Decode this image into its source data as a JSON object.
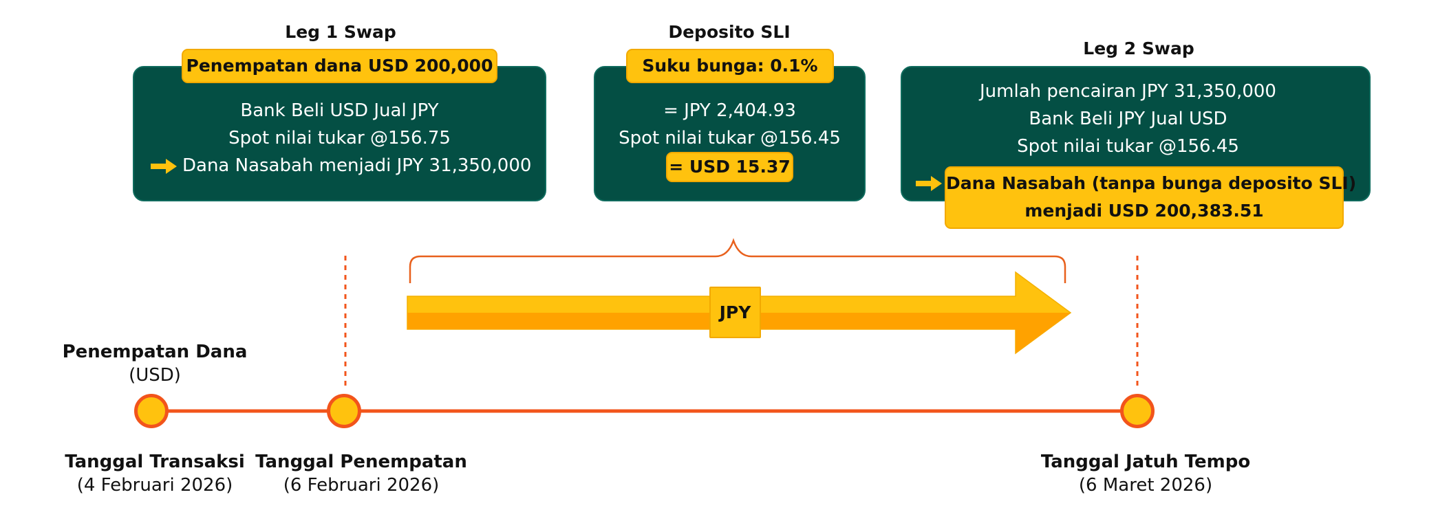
{
  "leg1": {
    "title": "Leg 1 Swap",
    "pill": "Penempatan dana USD 200,000",
    "lines": [
      "Bank Beli USD Jual JPY",
      "Spot nilai tukar @156.75",
      "Dana Nasabah menjadi JPY 31,350,000"
    ]
  },
  "deposito": {
    "title": "Deposito SLI",
    "pill": "Suku bunga: 0.1%",
    "lines": [
      "= JPY 2,404.93",
      "Spot nilai tukar @156.45"
    ],
    "result": "= USD 15.37"
  },
  "leg2": {
    "title": "Leg 2 Swap",
    "lines": [
      "Jumlah pencairan JPY 31,350,000",
      "Bank Beli JPY Jual USD",
      "Spot nilai tukar @156.45"
    ],
    "result_line1": "Dana Nasabah (tanpa bunga deposito SLI)",
    "result_line2": "menjadi USD 200,383.51"
  },
  "currency_arrow": {
    "label": "JPY"
  },
  "timeline": {
    "placement_label": "Penempatan Dana",
    "placement_currency": "(USD)",
    "points": [
      {
        "title": "Tanggal Transaksi",
        "date": "(4 Februari 2026)"
      },
      {
        "title": "Tanggal Penempatan",
        "date": "(6 Februari 2026)"
      },
      {
        "title": "Tanggal Jatuh Tempo",
        "date": "(6 Maret 2026)"
      }
    ]
  },
  "colors": {
    "box_green": "#044f44",
    "accent_yellow": "#ffc20e",
    "accent_orange": "#f2541b",
    "arrow_dark": "#ffa200"
  },
  "icons": {
    "arrow": "right-arrow-icon"
  }
}
